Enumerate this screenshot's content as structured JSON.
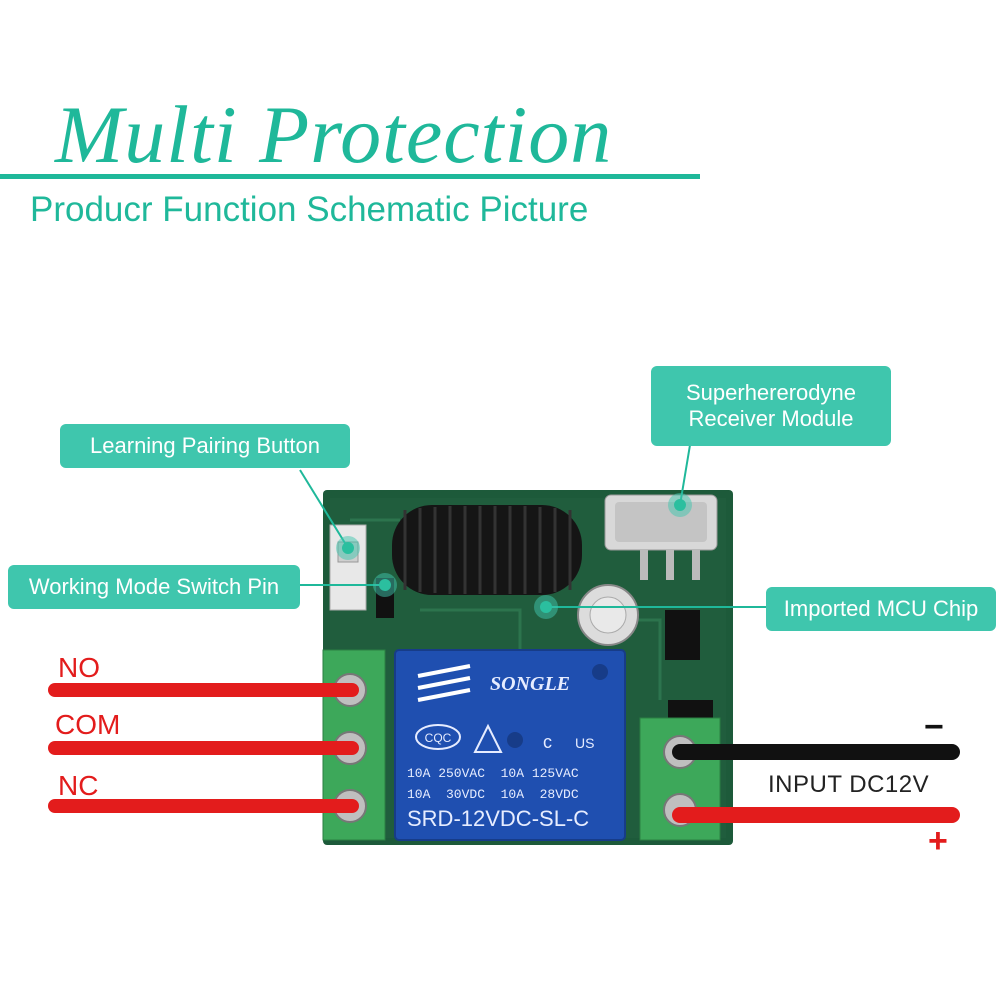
{
  "header": {
    "title": "Multi Protection",
    "subtitle": "Producr Function Schematic Picture"
  },
  "callouts": {
    "learning_button": "Learning Pairing Button",
    "receiver_module_line1": "Superhererodyne",
    "receiver_module_line2": "Receiver Module",
    "switch_pin": "Working Mode Switch Pin",
    "mcu_chip": "Imported MCU Chip"
  },
  "wires": {
    "no": "NO",
    "com": "COM",
    "nc": "NC",
    "input": "INPUT DC12V",
    "minus": "−",
    "plus": "+"
  },
  "relay": {
    "brand": "SONGLE",
    "cert1": "CQC",
    "cert2": "c",
    "cert3": "US",
    "rating_line1": "10A 250VAC  10A 125VAC",
    "rating_line2": "10A  30VDC  10A  28VDC",
    "model": "SRD-12VDC-SL-C"
  },
  "colors": {
    "accent": "#1fb89a",
    "callout_bg": "#3fc6ad",
    "wire_red": "#e31c1c",
    "wire_black": "#111111",
    "pcb_green": "#1d5a3a",
    "terminal_green": "#3da85a",
    "relay_blue": "#1f4fb0"
  }
}
